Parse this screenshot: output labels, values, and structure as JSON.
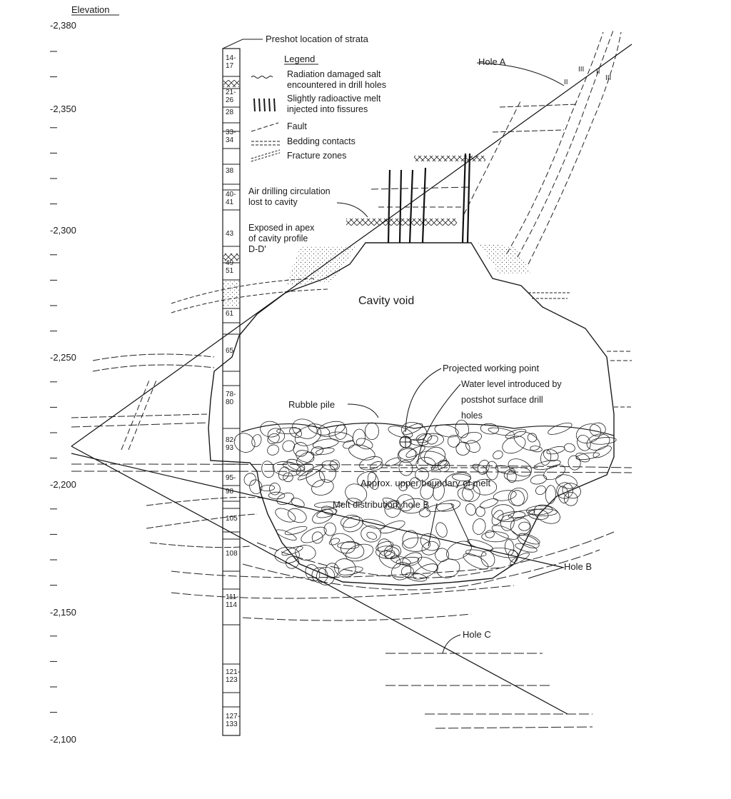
{
  "elevation_axis": {
    "title": "Elevation",
    "ticks": [
      "-2,380",
      "-2,350",
      "-2,300",
      "-2,250",
      "-2,200",
      "-2,150",
      "-2,100"
    ]
  },
  "strata_column": {
    "header": "Preshot location of strata",
    "units": [
      "14-\n17",
      "21-\n26",
      "28",
      "33-\n34",
      "38",
      "40-\n41",
      "43",
      "49-\n51",
      "61",
      "65",
      "78-\n80",
      "82-\n93",
      "95-",
      "98",
      "105",
      "108",
      "111-\n114",
      "121-\n123",
      "127-\n133"
    ]
  },
  "legend": {
    "title": "Legend",
    "items": [
      {
        "label": "Radiation damaged salt\nencountered in drill holes"
      },
      {
        "label": "Slightly radioactive melt\ninjected into fissures"
      },
      {
        "label": "Fault"
      },
      {
        "label": "Bedding contacts"
      },
      {
        "label": "Fracture zones"
      }
    ]
  },
  "annotations": {
    "air_drilling": "Air drilling circulation\nlost to cavity",
    "exposed_apex": "Exposed in apex\nof cavity profile\nD-D'",
    "cavity_void": "Cavity void",
    "projected_wp": "Projected working point",
    "water_level": "Water level introduced by\npostshot surface drill\nholes",
    "rubble_pile": "Rubble pile",
    "melt_boundary": "Approx. upper boundary of melt",
    "melt_distribution": "Melt distribution, hole B",
    "hole_a": "Hole A",
    "hole_b": "Hole B",
    "hole_c": "Hole C",
    "fault_marks": [
      "III",
      "II",
      "II",
      "III"
    ]
  }
}
